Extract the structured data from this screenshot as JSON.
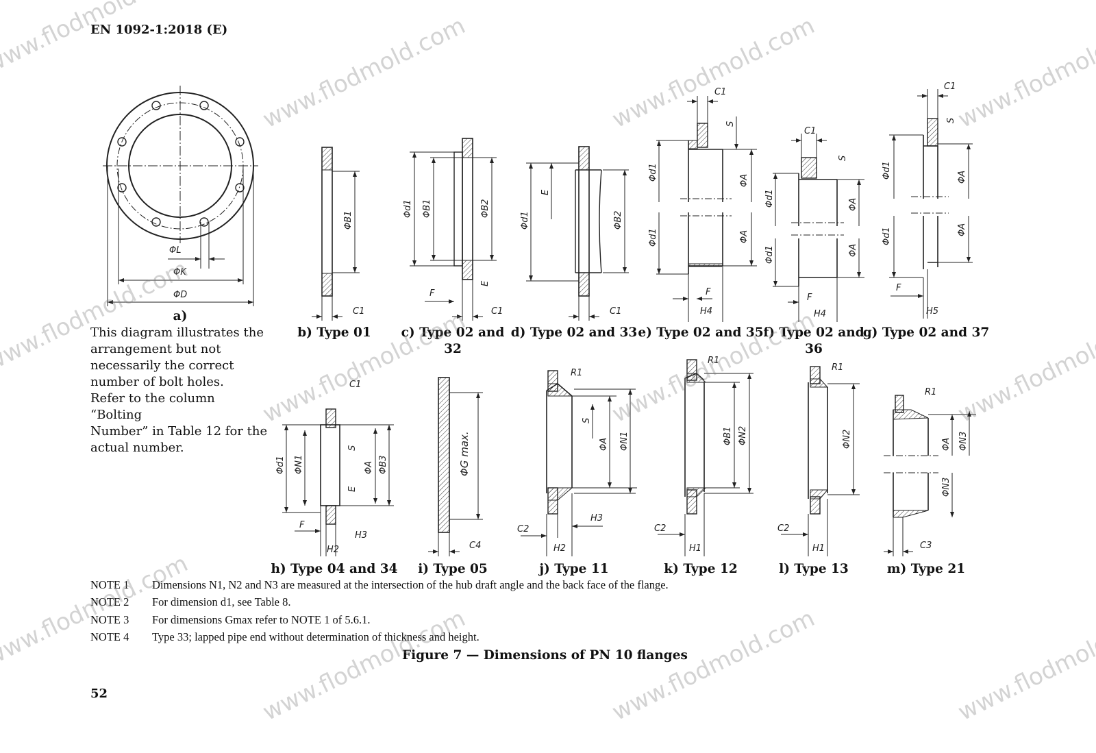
{
  "header": {
    "standard": "EN 1092-1:2018 (E)"
  },
  "watermark": "www.flodmold.com",
  "figures": {
    "a": {
      "caption": "a)",
      "labels": {
        "L": "ΦL",
        "K": "ΦK",
        "D": "ΦD"
      },
      "note_lines": [
        "This diagram illustrates the",
        "arrangement but not",
        "necessarily the correct",
        "number of bolt holes.",
        "Refer to the column “Bolting",
        "Number” in Table 12 for the",
        "actual number."
      ]
    },
    "b": {
      "caption": "b) Type 01",
      "labels": {
        "B1": "ΦB1",
        "C1": "C1"
      }
    },
    "c": {
      "caption_1": "c) Type 02 and",
      "caption_2": "32",
      "labels": {
        "d1": "Φd1",
        "B1": "ΦB1",
        "B2": "ΦB2",
        "E": "E",
        "F": "F",
        "C1": "C1"
      }
    },
    "d": {
      "caption": "d) Type 02 and 33",
      "labels": {
        "d1": "Φd1",
        "E": "E",
        "B2": "ΦB2",
        "C1": "C1"
      }
    },
    "e": {
      "caption": "e) Type 02 and 35",
      "labels": {
        "C1": "C1",
        "S": "S",
        "d1a": "Φd1",
        "d1b": "Φd1",
        "Aa": "ΦA",
        "Ab": "ΦA",
        "F": "F",
        "H4": "H4"
      }
    },
    "f": {
      "caption_1": "f) Type 02 and",
      "caption_2": "36",
      "labels": {
        "C1": "C1",
        "S": "S",
        "d1a": "Φd1",
        "d1b": "Φd1",
        "Aa": "ΦA",
        "Ab": "ΦA",
        "F": "F",
        "H4": "H4"
      }
    },
    "g": {
      "caption": "g) Type 02 and 37",
      "labels": {
        "C1": "C1",
        "S": "S",
        "d1a": "Φd1",
        "d1b": "Φd1",
        "Aa": "ΦA",
        "Ab": "ΦA",
        "F": "F",
        "H5": "H5"
      }
    },
    "h": {
      "caption": "h) Type 04 and 34",
      "labels": {
        "C1": "C1",
        "d1": "Φd1",
        "N1": "ΦN1",
        "S": "S",
        "A": "ΦA",
        "B3": "ΦB3",
        "E": "E",
        "F": "F",
        "H3": "H3",
        "H2": "H2"
      }
    },
    "i": {
      "caption": "i) Type 05",
      "labels": {
        "G": "ΦG max.",
        "C4": "C4"
      }
    },
    "j": {
      "caption": "j) Type 11",
      "labels": {
        "R1": "R1",
        "S": "S",
        "A": "ΦA",
        "N1": "ΦN1",
        "H3": "H3",
        "C2": "C2",
        "H2": "H2"
      }
    },
    "k": {
      "caption": "k) Type 12",
      "labels": {
        "R1": "R1",
        "B1": "ΦB1",
        "N2": "ΦN2",
        "C2": "C2",
        "H1": "H1"
      }
    },
    "l": {
      "caption": "l) Type 13",
      "labels": {
        "R1": "R1",
        "N2": "ΦN2",
        "C2": "C2",
        "H1": "H1"
      }
    },
    "m": {
      "caption": "m) Type 21",
      "labels": {
        "R1": "R1",
        "A": "ΦA",
        "N3a": "ΦN3",
        "N3b": "ΦN3",
        "C3": "C3"
      }
    }
  },
  "notes": [
    {
      "label": "NOTE 1",
      "text": "Dimensions N1, N2 and N3 are measured at the intersection of the hub draft angle and the back face of the flange."
    },
    {
      "label": "NOTE 2",
      "text": "For dimension d1, see Table 8."
    },
    {
      "label": "NOTE 3",
      "text": "For dimensions Gmax refer to NOTE 1 of 5.6.1."
    },
    {
      "label": "NOTE 4",
      "text": "Type 33; lapped pipe end without determination of thickness and height."
    }
  ],
  "figure_title": "Figure 7 — Dimensions of PN 10 flanges",
  "page_number": "52"
}
